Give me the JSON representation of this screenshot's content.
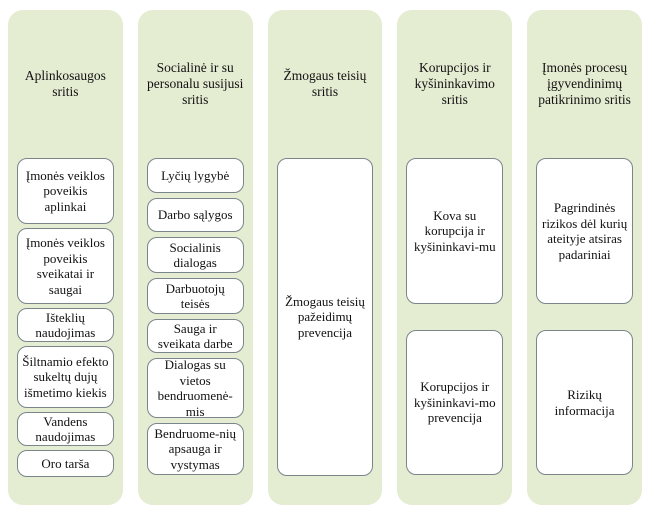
{
  "colors": {
    "panel_background": "#e4ecd2",
    "box_background": "#ffffff",
    "box_border": "#7b868c",
    "text": "#111111",
    "page_background": "#ffffff"
  },
  "columns": [
    {
      "title": "Aplinkosaugos sritis",
      "boxes": [
        {
          "label": "Įmonės veiklos poveikis aplinkai"
        },
        {
          "label": "Įmonės veiklos poveikis sveikatai ir saugai"
        },
        {
          "label": "Išteklių naudojimas"
        },
        {
          "label": "Šiltnamio efekto sukeltų dujų išmetimo kiekis"
        },
        {
          "label": "Vandens naudojimas"
        },
        {
          "label": "Oro tarša"
        }
      ]
    },
    {
      "title": "Socialinė ir su personalu susijusi sritis",
      "boxes": [
        {
          "label": "Lyčių lygybė"
        },
        {
          "label": "Darbo sąlygos"
        },
        {
          "label": "Socialinis dialogas"
        },
        {
          "label": "Darbuotojų teisės"
        },
        {
          "label": "Sauga ir sveikata darbe"
        },
        {
          "label": "Dialogas su vietos bendruomenė-mis"
        },
        {
          "label": "Bendruome-nių apsauga ir vystymas"
        }
      ]
    },
    {
      "title": "Žmogaus teisių sritis",
      "boxes": [
        {
          "label": "Žmogaus teisių pažeidimų prevencija"
        }
      ]
    },
    {
      "title": "Korupcijos ir kyšininkavimo sritis",
      "boxes": [
        {
          "label": "Kova su korupcija ir kyšininkavi-mu"
        },
        {
          "label": "Korupcijos ir kyšininkavi-mo prevencija"
        }
      ]
    },
    {
      "title": "Įmonės procesų įgyvendinimų patikrinimo sritis",
      "boxes": [
        {
          "label": "Pagrindinės rizikos dėl kurių ateityje atsiras padariniai"
        },
        {
          "label": "Rizikų informacija"
        }
      ]
    }
  ]
}
